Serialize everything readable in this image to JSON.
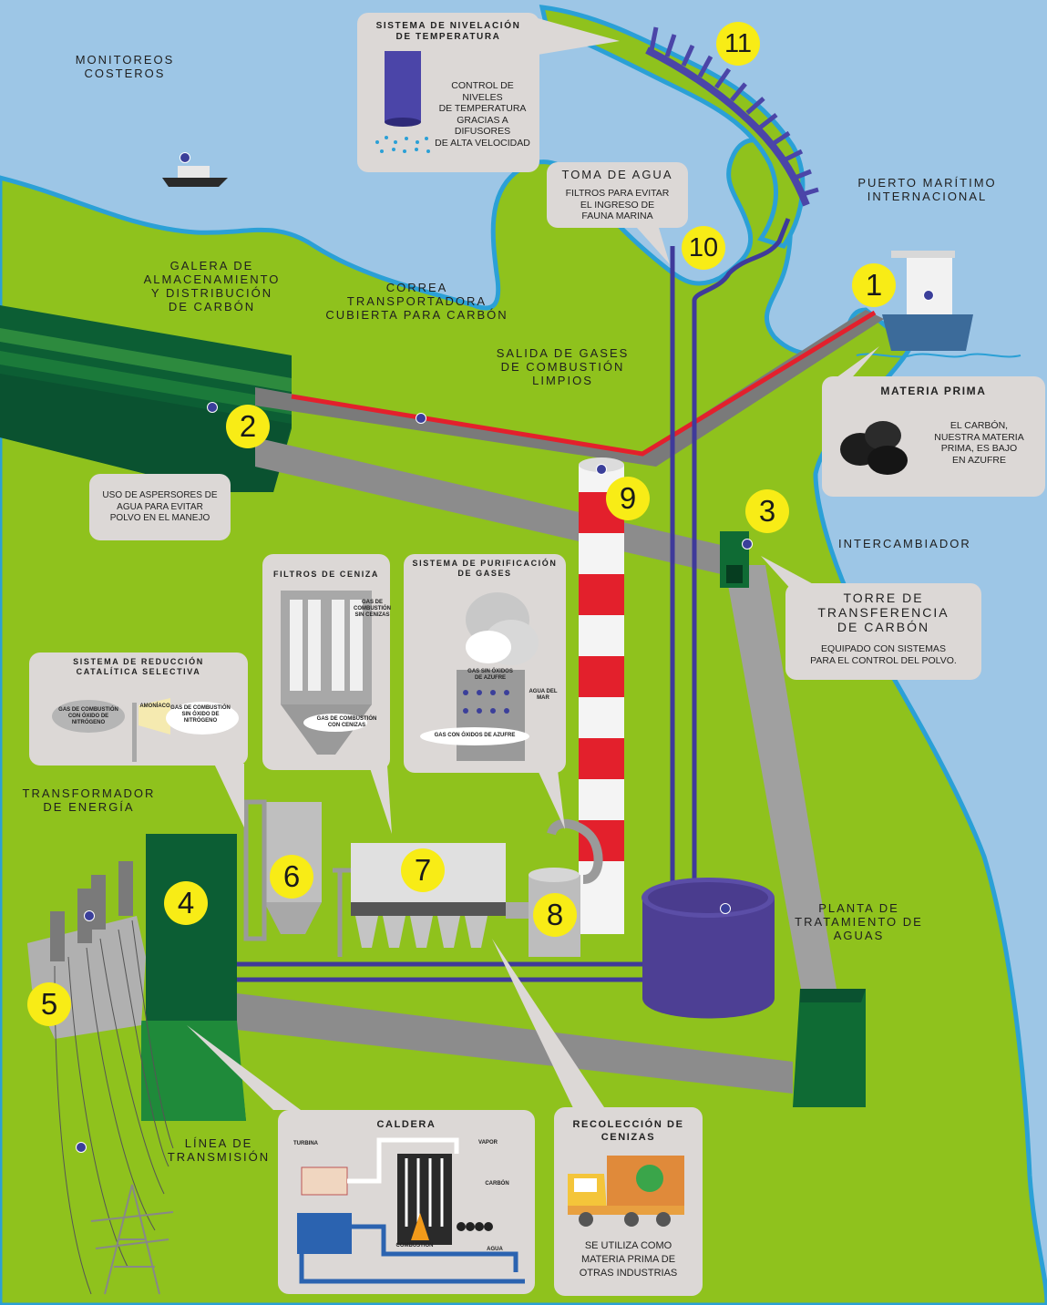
{
  "colors": {
    "sea": "#9dc6e6",
    "land": "#8fc21d",
    "green_dark": "#0c5e34",
    "red": "#e3202c",
    "purple": "#5a4a9e",
    "box": "#dcd8d6",
    "yellow": "#f8ec16"
  },
  "numbers": [
    "1",
    "2",
    "3",
    "4",
    "5",
    "6",
    "7",
    "8",
    "9",
    "10",
    "11"
  ],
  "labels": {
    "monitoreos": "MONITOREOS\nCOSTEROS",
    "galera": "GALERA DE\nALMACENAMIENTO\nY DISTRIBUCIÓN\nDE CARBÓN",
    "correa": "CORREA\nTRANSPORTADORA\nCUBIERTA PARA CARBÓN",
    "salida": "SALIDA DE GASES\nDE COMBUSTIÓN\nLIMPIOS",
    "puerto": "PUERTO MARÍTIMO\nINTERNACIONAL",
    "intercambiador": "iNTERCAMBIADOR",
    "transformador": "TRANSFORMADOR\nDE ENERGÍA",
    "planta": "PLANTA DE\nTRATAMIENTO DE\nAGUAS",
    "linea": "LÍNEA DE\nTRANSMISIÓN"
  },
  "boxes": {
    "nivelacion": {
      "title": "SISTEMA DE NIVELACIÓN\nDE TEMPERATURA",
      "body": "CONTROL DE NIVELES\nDE TEMPERATURA\nGRACIAS A DIFUSORES\nDE ALTA VELOCIDAD"
    },
    "toma": {
      "title": "TOMA DE AGUA",
      "body": "FILTROS PARA EVITAR\nEL INGRESO DE\nFAUNA MARINA"
    },
    "materia": {
      "title": "MATERIA PRIMA",
      "body": "EL CARBÓN,\nNUESTRA MATERIA\nPRIMA, ES BAJO\nEN AZUFRE"
    },
    "aspersores": {
      "body": "USO DE ASPERSORES DE\nAGUA PARA EVITAR\nPOLVO EN EL MANEJO"
    },
    "torre": {
      "title": "TORRE DE\nTRANSFERENCIA\nDE CARBÓN",
      "body": "EQUIPADO CON SISTEMAS\nPARA EL CONTROL DEL POLVO."
    },
    "filtros": {
      "title": "FILTROS DE CENIZA",
      "in_a": "GAS DE\nCOMBUSTIÓN\nSIN CENIZAS",
      "in_b": "GAS DE COMBUSTIÓN\nCON CENIZAS"
    },
    "purificacion": {
      "title": "SISTEMA DE PURIFICACIÓN\nDE GASES",
      "in_a": "GAS SIN ÓXIDOS\nDE AZUFRE",
      "in_b": "AGUA DEL\nMAR",
      "in_c": "GAS CON ÓXIDOS DE AZUFRE"
    },
    "reduccion": {
      "title": "SISTEMA DE REDUCCIÓN\nCATALÍTICA SELECTIVA",
      "in_a": "GAS DE COMBUSTIÓN\nCON ÓXIDO DE\nNITRÓGENO",
      "in_b": "AMONÍACO",
      "in_c": "GAS DE COMBUSTIÓN\nSIN ÓXIDO DE\nNITRÓGENO"
    },
    "caldera": {
      "title": "CALDERA",
      "turbina": "TURBINA",
      "vapor": "VAPOR",
      "carbon": "CARBÓN",
      "combustion": "COMBUSTIÓN",
      "agua": "AGUA"
    },
    "recoleccion": {
      "title": "RECOLECCIÓN DE\nCENIZAS",
      "body": "SE UTILIZA COMO\nMATERIA PRIMA DE\nOTRAS INDUSTRIAS"
    }
  }
}
